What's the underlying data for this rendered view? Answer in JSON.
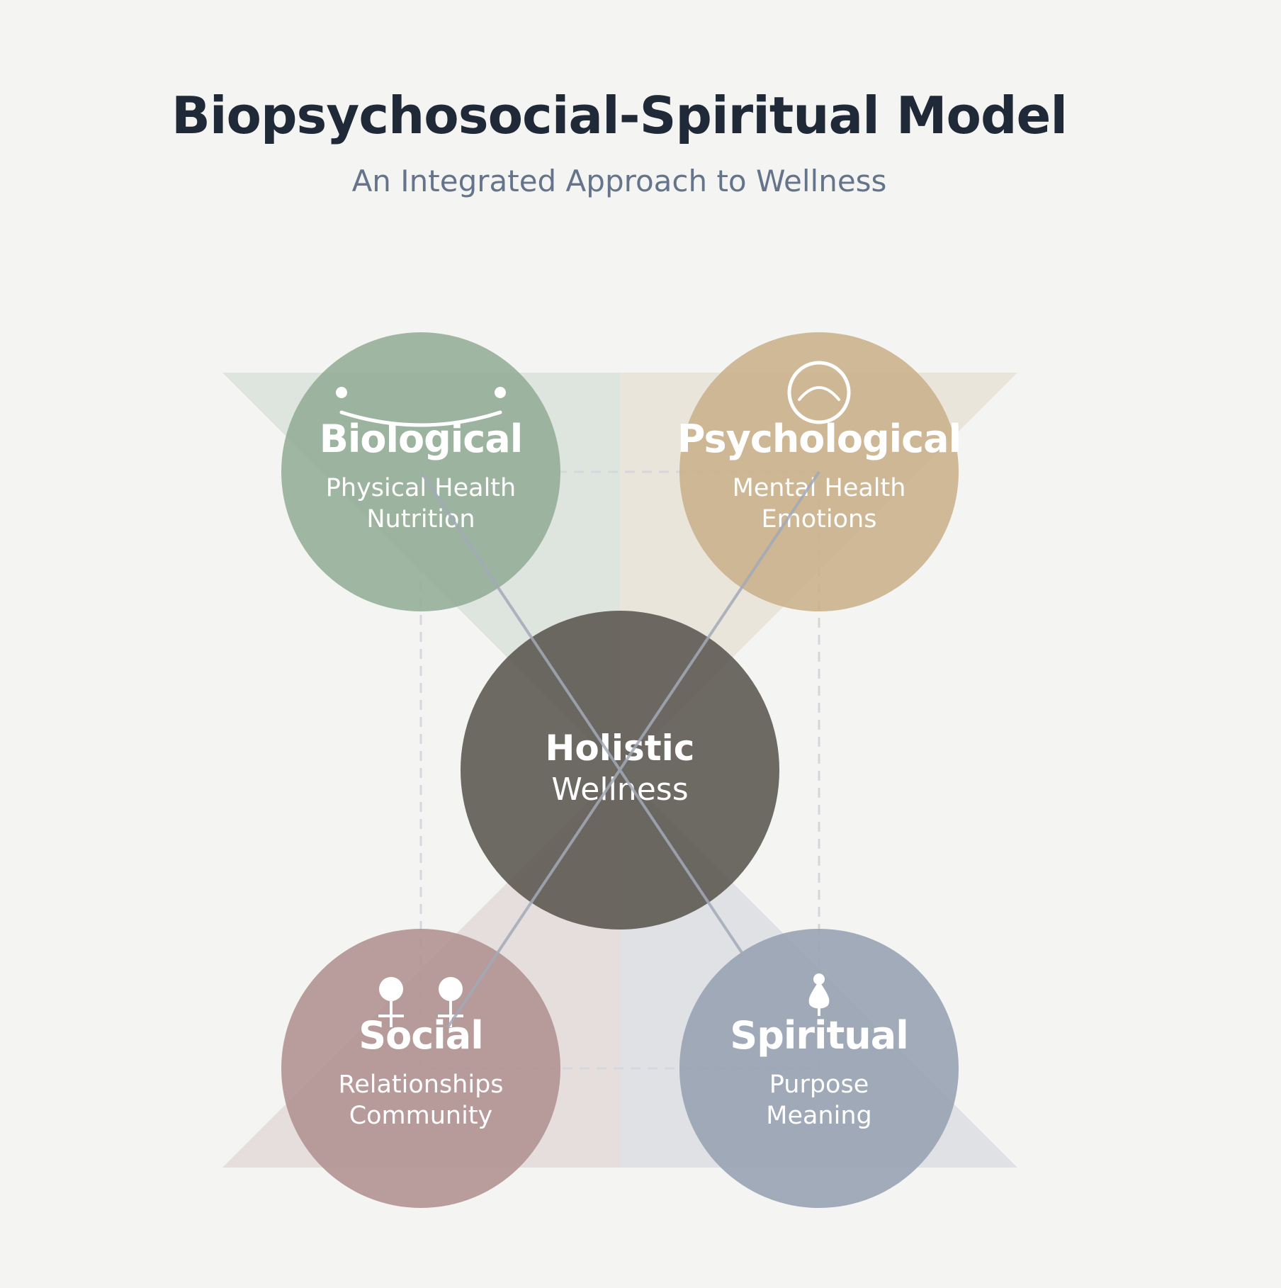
{
  "header": {
    "title": "Biopsychosocial-Spiritual Model",
    "subtitle": "An Integrated Approach to Wellness"
  },
  "center": {
    "title": "Holistic",
    "subtitle": "Wellness",
    "color": "#5a554f"
  },
  "nodes": [
    {
      "id": "biological",
      "title": "Biological",
      "lines": [
        "Physical Health",
        "Nutrition"
      ],
      "color": "#93ad96",
      "icon": "smile-arc-icon"
    },
    {
      "id": "psychological",
      "title": "Psychological",
      "lines": [
        "Mental Health",
        "Emotions"
      ],
      "color": "#c9b08a",
      "icon": "mind-circle-icon"
    },
    {
      "id": "social",
      "title": "Social",
      "lines": [
        "Relationships",
        "Community"
      ],
      "color": "#b09191",
      "icon": "people-icon"
    },
    {
      "id": "spiritual",
      "title": "Spiritual",
      "lines": [
        "Purpose",
        "Meaning"
      ],
      "color": "#96a1b1",
      "icon": "flame-drop-icon"
    }
  ],
  "colors": {
    "background": "#f4f4f2",
    "title": "#1f2937",
    "subtitle": "#64748b",
    "connector": "#a3aab8",
    "dashed": "#d4d8de"
  }
}
